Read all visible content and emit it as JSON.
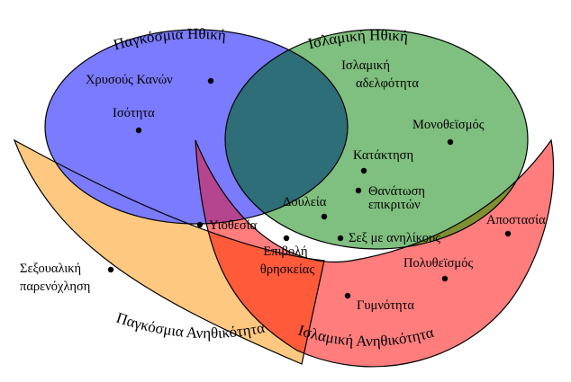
{
  "sets": {
    "universal_ethics": {
      "title": "Παγκόσμια Ηθική",
      "color": "#7b7bff"
    },
    "islamic_ethics": {
      "title": "Ισλαμική Ηθική",
      "color": "#7fbf7f"
    },
    "universal_immorality": {
      "title": "Παγκόσμια Ανηθικότητα",
      "color": "#ffc880"
    },
    "islamic_immorality": {
      "title": "Ισλαμική Ανηθικότητα",
      "color": "#ff7d7d"
    }
  },
  "items": {
    "golden_rule": "Χρυσούς Κανών",
    "equality": "Ισότητα",
    "islamic_brotherhood_1": "Ισλαμική",
    "islamic_brotherhood_2": "αδελφότητα",
    "monotheism": "Μονοθεϊσμός",
    "conquest": "Κατάκτηση",
    "slavery": "Δουλεία",
    "execution_1": "Θανάτωση",
    "execution_2": "επικριτών",
    "adoption": "Υιοθεσία",
    "apostasy": "Αποστασία",
    "sex_minors": "Σεξ με ανηλίκους",
    "imposition_1": "Επιβολή",
    "imposition_2": "θρησκείας",
    "polytheism": "Πολυθεϊσμός",
    "harassment_1": "Σεξουαλική",
    "harassment_2": "παρενόχληση",
    "nudity": "Γυμνότητα"
  }
}
